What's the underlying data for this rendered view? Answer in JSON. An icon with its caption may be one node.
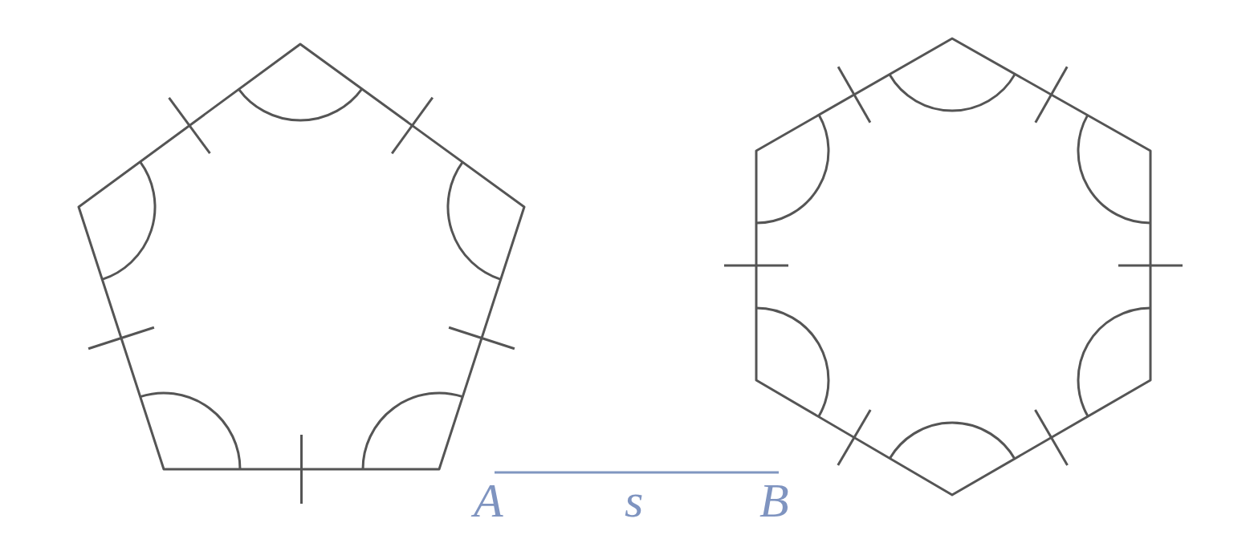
{
  "diagram": {
    "labels": [
      "A",
      "s",
      "B"
    ]
  }
}
